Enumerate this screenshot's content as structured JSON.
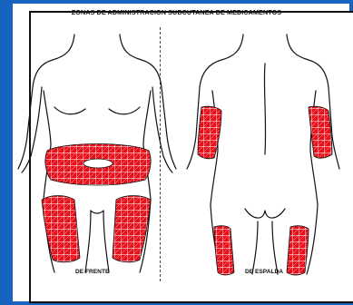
{
  "title": "ZONAS DE ADMINISTRACION SUBCUTANEA DE MEDICAMENTOS",
  "views": {
    "front": {
      "caption": "DE FRENTE"
    },
    "back": {
      "caption": "DE ESPALDA"
    }
  },
  "colors": {
    "zone_fill": "#e8101a",
    "grid": "#ffffff",
    "outline": "#111111",
    "frame_accent": "#1664c0"
  }
}
